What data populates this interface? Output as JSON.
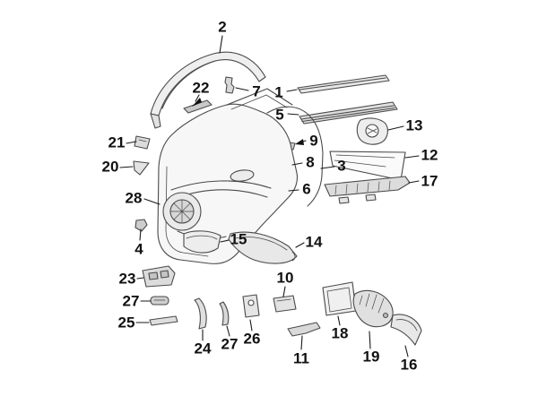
{
  "diagram": {
    "line_color": "#4a4a4a",
    "leader_color": "#1a1a1a",
    "background": "#ffffff",
    "callouts": [
      {
        "label": "2"
      },
      {
        "label": "22"
      },
      {
        "label": "7"
      },
      {
        "label": "1"
      },
      {
        "label": "5"
      },
      {
        "label": "13"
      },
      {
        "label": "9"
      },
      {
        "label": "8"
      },
      {
        "label": "3"
      },
      {
        "label": "12"
      },
      {
        "label": "17"
      },
      {
        "label": "6"
      },
      {
        "label": "21"
      },
      {
        "label": "20"
      },
      {
        "label": "28"
      },
      {
        "label": "4"
      },
      {
        "label": "15"
      },
      {
        "label": "14"
      },
      {
        "label": "23"
      },
      {
        "label": "10"
      },
      {
        "label": "27"
      },
      {
        "label": "25"
      },
      {
        "label": "24"
      },
      {
        "label": "27"
      },
      {
        "label": "26"
      },
      {
        "label": "11"
      },
      {
        "label": "18"
      },
      {
        "label": "19"
      },
      {
        "label": "16"
      }
    ]
  }
}
